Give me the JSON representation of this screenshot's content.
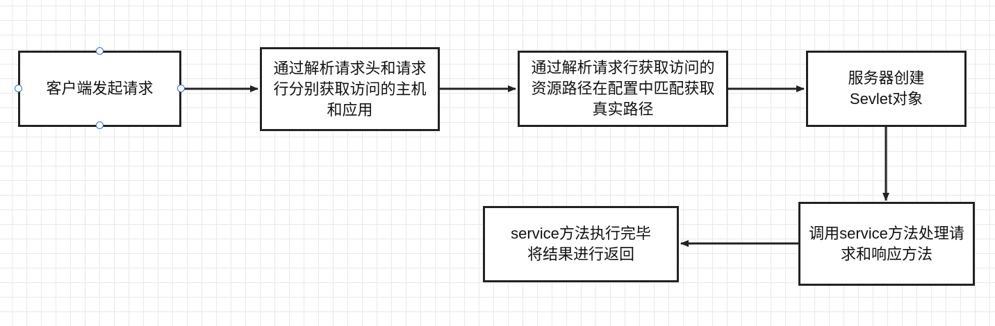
{
  "diagram": {
    "nodes": [
      {
        "id": "n1",
        "text": "客户端发起请求"
      },
      {
        "id": "n2",
        "text": "通过解析请求头和请求行分别获取访问的主机和应用"
      },
      {
        "id": "n3",
        "text": "通过解析请求行获取访问的资源路径在配置中匹配获取真实路径"
      },
      {
        "id": "n4",
        "text": "服务器创建Sevlet对象"
      },
      {
        "id": "n5",
        "text": "调用service方法处理请求和响应方法"
      },
      {
        "id": "n6",
        "text": "service方法执行完毕将结果进行返回"
      }
    ],
    "edges": [
      {
        "from": "n1",
        "to": "n2"
      },
      {
        "from": "n2",
        "to": "n3"
      },
      {
        "from": "n3",
        "to": "n4"
      },
      {
        "from": "n4",
        "to": "n5"
      },
      {
        "from": "n5",
        "to": "n6"
      }
    ],
    "selected_node": "n1",
    "colors": {
      "stroke": "#222222",
      "handle": "#2a6fdb",
      "grid": "#e8e8e8"
    }
  }
}
